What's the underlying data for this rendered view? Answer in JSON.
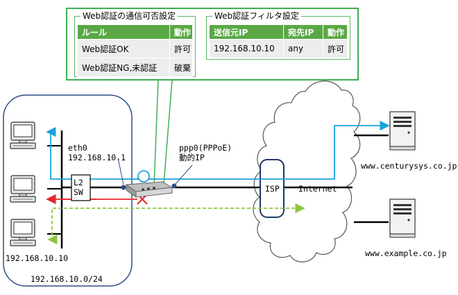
{
  "auth_rules": {
    "title": "Web認証の通信可否設定",
    "headers": [
      "ルール",
      "動作"
    ],
    "rows": [
      [
        "Web認証OK",
        "許可"
      ],
      [
        "Web認証NG,未認証",
        "破棄"
      ]
    ]
  },
  "filter_rules": {
    "title": "Web認証フィルタ設定",
    "headers": [
      "送信元IP",
      "宛先IP",
      "動作"
    ],
    "rows": [
      [
        "192.168.10.10",
        "any",
        "許可"
      ]
    ]
  },
  "labels": {
    "eth0": "eth0",
    "eth0_ip": "192.168.10.1",
    "ppp0": "ppp0(PPPoE)",
    "ppp0_ip": "動的IP",
    "l2sw": "L2\nSW",
    "isp": "ISP",
    "internet": "Internet",
    "server1": "www.centurysys.co.jp",
    "server2": "www.example.co.jp",
    "client_ip": "192.168.10.10",
    "lan_network": "192.168.10.0/24"
  },
  "colors": {
    "green_border": "#3cb054",
    "header_green": "#5aa845",
    "blue_path": "#1aa3dc",
    "red_path": "#e8262d",
    "green_path": "#8dc63f",
    "lan_border": "#2a4e85"
  }
}
